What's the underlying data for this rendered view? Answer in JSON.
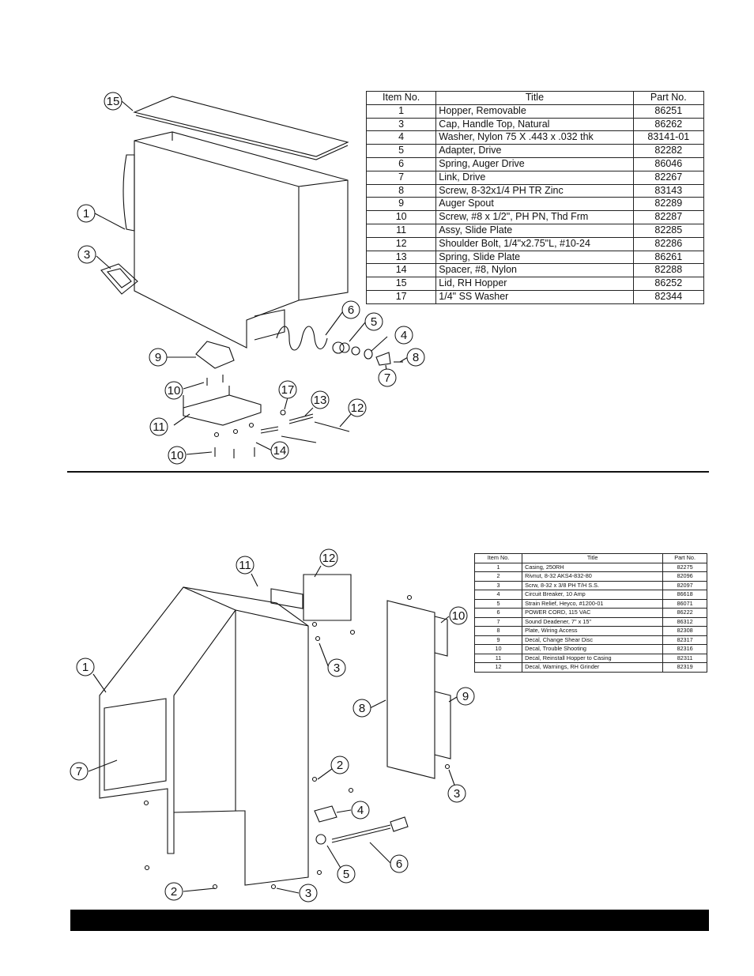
{
  "top_table": {
    "headers": {
      "item": "Item No.",
      "title": "Title",
      "part": "Part No."
    },
    "rows": [
      {
        "item": "1",
        "title": "Hopper, Removable",
        "part": "86251"
      },
      {
        "item": "3",
        "title": "Cap, Handle Top, Natural",
        "part": "86262"
      },
      {
        "item": "4",
        "title": "Washer, Nylon 75 X .443 x .032 thk",
        "part": "83141-01"
      },
      {
        "item": "5",
        "title": "Adapter, Drive",
        "part": "82282"
      },
      {
        "item": "6",
        "title": "Spring, Auger Drive",
        "part": "86046"
      },
      {
        "item": "7",
        "title": "Link, Drive",
        "part": "82267"
      },
      {
        "item": "8",
        "title": "Screw, 8-32x1/4 PH TR Zinc",
        "part": "83143"
      },
      {
        "item": "9",
        "title": "Auger Spout",
        "part": "82289"
      },
      {
        "item": "10",
        "title": "Screw, #8 x 1/2\", PH PN, Thd Frm",
        "part": "82287"
      },
      {
        "item": "11",
        "title": "Assy, Slide Plate",
        "part": "82285"
      },
      {
        "item": "12",
        "title": "Shoulder Bolt, 1/4\"x2.75\"L, #10-24",
        "part": "82286"
      },
      {
        "item": "13",
        "title": "Spring, Slide Plate",
        "part": "86261"
      },
      {
        "item": "14",
        "title": "Spacer, #8, Nylon",
        "part": "82288"
      },
      {
        "item": "15",
        "title": "Lid, RH Hopper",
        "part": "86252"
      },
      {
        "item": "17",
        "title": "1/4\" SS Washer",
        "part": "82344"
      }
    ]
  },
  "bottom_table": {
    "headers": {
      "item": "Item No.",
      "title": "Title",
      "part": "Part No."
    },
    "rows": [
      {
        "item": "1",
        "title": "Casing, 250RH",
        "part": "82275"
      },
      {
        "item": "2",
        "title": "Rivnut, 8-32 AKS4-832-80",
        "part": "82096"
      },
      {
        "item": "3",
        "title": "Scrw, 8-32 x 3/8 PH T/H S.S.",
        "part": "82097"
      },
      {
        "item": "4",
        "title": "Circuit Breaker, 10 Amp",
        "part": "86618"
      },
      {
        "item": "5",
        "title": "Strain Relief, Heyco, #1200-01",
        "part": "86071"
      },
      {
        "item": "6",
        "title": "POWER CORD, 115 VAC",
        "part": "86222"
      },
      {
        "item": "7",
        "title": "Sound Deadener, 7\" x 15\"",
        "part": "86312"
      },
      {
        "item": "8",
        "title": "Plate, Wiring Access",
        "part": "82308"
      },
      {
        "item": "9",
        "title": "Decal, Change Shear Disc",
        "part": "82317"
      },
      {
        "item": "10",
        "title": "Decal, Trouble Shooting",
        "part": "82316"
      },
      {
        "item": "11",
        "title": "Decal, Reinstall Hopper to Casing",
        "part": "82311"
      },
      {
        "item": "12",
        "title": "Decal, Warnings, RH Grinder",
        "part": "82319"
      }
    ]
  },
  "top_callouts": [
    "15",
    "1",
    "3",
    "9",
    "6",
    "5",
    "4",
    "8",
    "7",
    "10",
    "11",
    "17",
    "13",
    "12",
    "14",
    "10"
  ],
  "bottom_callouts": [
    "11",
    "12",
    "1",
    "3",
    "10",
    "8",
    "9",
    "7",
    "2",
    "4",
    "3",
    "5",
    "6",
    "2",
    "3"
  ]
}
